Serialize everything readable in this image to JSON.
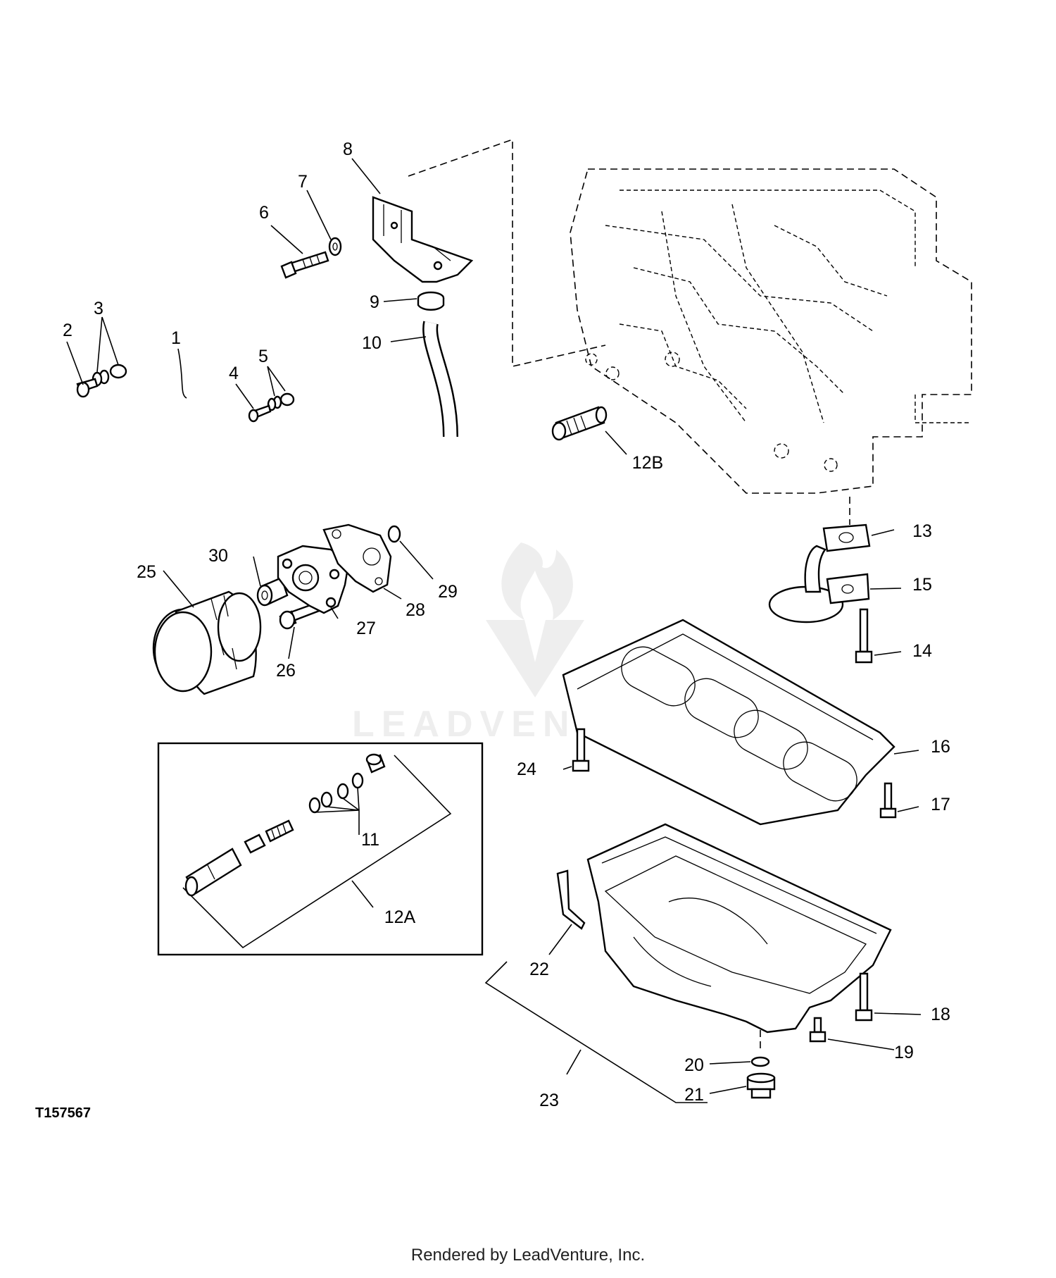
{
  "figure_id": "T157567",
  "footer": "Rendered by LeadVenture, Inc.",
  "watermark": "LEADVENTURE",
  "callouts": [
    "1",
    "2",
    "3",
    "4",
    "5",
    "6",
    "7",
    "8",
    "9",
    "10",
    "11",
    "12A",
    "12B",
    "13",
    "14",
    "15",
    "16",
    "17",
    "18",
    "19",
    "20",
    "21",
    "22",
    "23",
    "24",
    "25",
    "26",
    "27",
    "28",
    "29",
    "30"
  ]
}
